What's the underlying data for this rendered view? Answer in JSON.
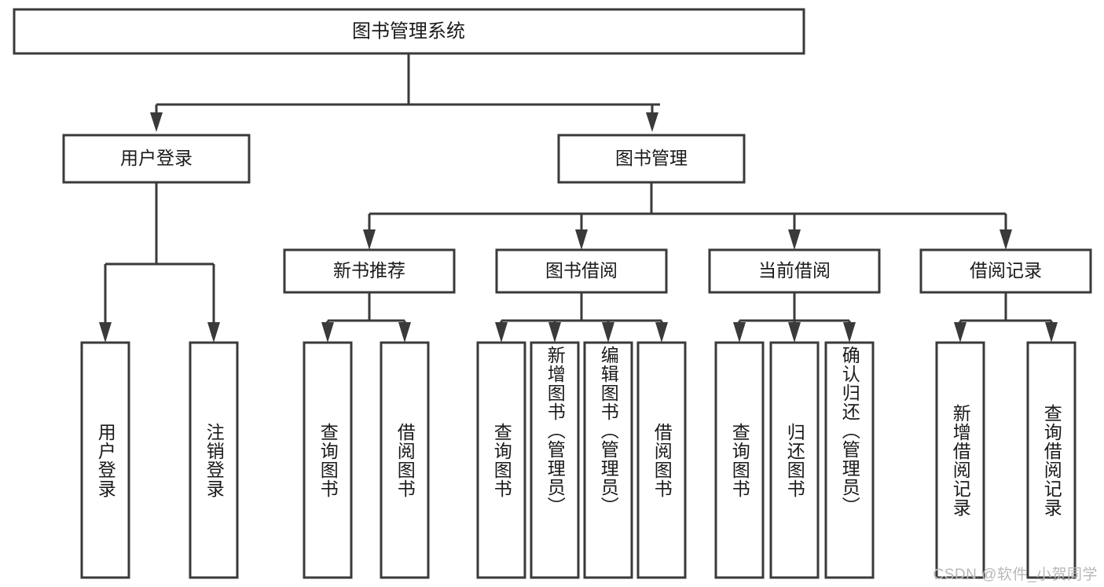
{
  "diagram": {
    "type": "tree",
    "title": "图书管理系统",
    "watermark": "CSDN @软件_小贺同学",
    "colors": {
      "box_stroke": "#3a3a3a",
      "box_fill": "#ffffff",
      "text": "#1a1a1a",
      "watermark": "#b8b8b8",
      "background": "#ffffff"
    },
    "root": {
      "label": "图书管理系统"
    },
    "level2": [
      {
        "label": "用户登录"
      },
      {
        "label": "图书管理"
      }
    ],
    "level3": [
      {
        "label": "新书推荐"
      },
      {
        "label": "图书借阅"
      },
      {
        "label": "当前借阅"
      },
      {
        "label": "借阅记录"
      }
    ],
    "leaves": {
      "user_login": [
        {
          "label": "用户登录"
        },
        {
          "label": "注销登录"
        }
      ],
      "new_book_recommend": [
        {
          "label": "查询图书"
        },
        {
          "label": "借阅图书"
        }
      ],
      "book_borrow": [
        {
          "label": "查询图书"
        },
        {
          "label": "新增图书（管理员）"
        },
        {
          "label": "编辑图书（管理员）"
        },
        {
          "label": "借阅图书"
        }
      ],
      "current_borrow": [
        {
          "label": "查询图书"
        },
        {
          "label": "归还图书"
        },
        {
          "label": "确认归还（管理员）"
        }
      ],
      "borrow_record": [
        {
          "label": "新增借阅记录"
        },
        {
          "label": "查询借阅记录"
        }
      ]
    }
  }
}
